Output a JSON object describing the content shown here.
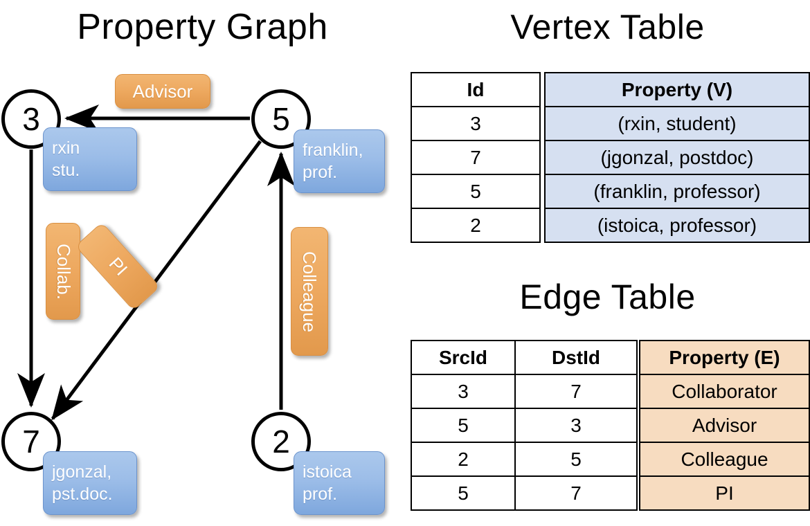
{
  "titles": {
    "property_graph": "Property Graph",
    "vertex_table": "Vertex Table",
    "edge_table": "Edge Table"
  },
  "graph": {
    "nodes": [
      {
        "id": "3",
        "label": "3",
        "property": "rxin\nstu."
      },
      {
        "id": "5",
        "label": "5",
        "property": "franklin,\nprof."
      },
      {
        "id": "7",
        "label": "7",
        "property": "jgonzal,\npst.doc."
      },
      {
        "id": "2",
        "label": "2",
        "property": "istoica\nprof."
      }
    ],
    "edge_labels": {
      "advisor": "Advisor",
      "collab": "Collab.",
      "pi": "PI",
      "colleague": "Colleague"
    },
    "edges": [
      {
        "src": "5",
        "dst": "3",
        "label": "Advisor"
      },
      {
        "src": "3",
        "dst": "7",
        "label": "Collab."
      },
      {
        "src": "5",
        "dst": "7",
        "label": "PI"
      },
      {
        "src": "2",
        "dst": "5",
        "label": "Colleague"
      }
    ]
  },
  "vertex_table": {
    "headers": [
      "Id",
      "Property (V)"
    ],
    "rows": [
      {
        "id": "3",
        "property": "(rxin, student)"
      },
      {
        "id": "7",
        "property": "(jgonzal, postdoc)"
      },
      {
        "id": "5",
        "property": "(franklin, professor)"
      },
      {
        "id": "2",
        "property": "(istoica, professor)"
      }
    ]
  },
  "edge_table": {
    "headers": [
      "SrcId",
      "DstId",
      "Property (E)"
    ],
    "rows": [
      {
        "src": "3",
        "dst": "7",
        "property": "Collaborator"
      },
      {
        "src": "5",
        "dst": "3",
        "property": "Advisor"
      },
      {
        "src": "2",
        "dst": "5",
        "property": "Colleague"
      },
      {
        "src": "5",
        "dst": "7",
        "property": "PI"
      }
    ]
  },
  "colors": {
    "vertex_property_fill": "#d6e0f1",
    "edge_property_fill": "#f7dcc0",
    "node_box_blue": "#9cbde8",
    "edge_label_orange": "#eda85f",
    "stroke": "#000000"
  }
}
